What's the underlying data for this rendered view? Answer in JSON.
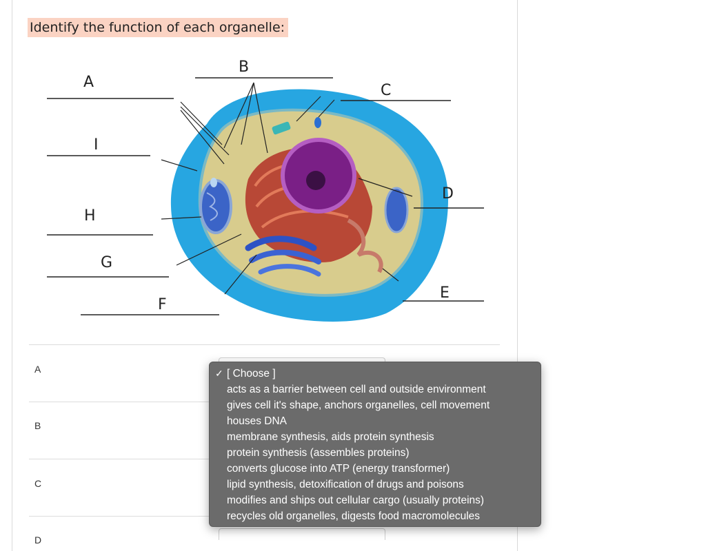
{
  "question": {
    "title": "Identify the function of each organelle:"
  },
  "diagram": {
    "labels": {
      "A": "A",
      "B": "B",
      "C": "C",
      "D": "D",
      "E": "E",
      "F": "F",
      "G": "G",
      "H": "H",
      "I": "I"
    },
    "colors": {
      "outer": "#2aa9e3",
      "cytoplasm": "#d8cc8d",
      "nucleus": "#7a1f86",
      "er": "#a2261d",
      "golgi": "#2b4fc0"
    }
  },
  "rows": [
    {
      "label": "A"
    },
    {
      "label": "B"
    },
    {
      "label": "C"
    },
    {
      "label": "D"
    }
  ],
  "dropdown": {
    "selected_index": 0,
    "options": [
      "[ Choose ]",
      "acts as a barrier between cell and outside environment",
      "gives cell it's shape, anchors organelles, cell movement",
      "houses DNA",
      "membrane synthesis, aids protein synthesis",
      "protein synthesis (assembles proteins)",
      "converts glucose into ATP (energy transformer)",
      "lipid synthesis, detoxification of drugs and poisons",
      "modifies and ships out cellular cargo (usually proteins)",
      "recycles old organelles, digests food macromolecules"
    ],
    "check_glyph": "✓"
  }
}
